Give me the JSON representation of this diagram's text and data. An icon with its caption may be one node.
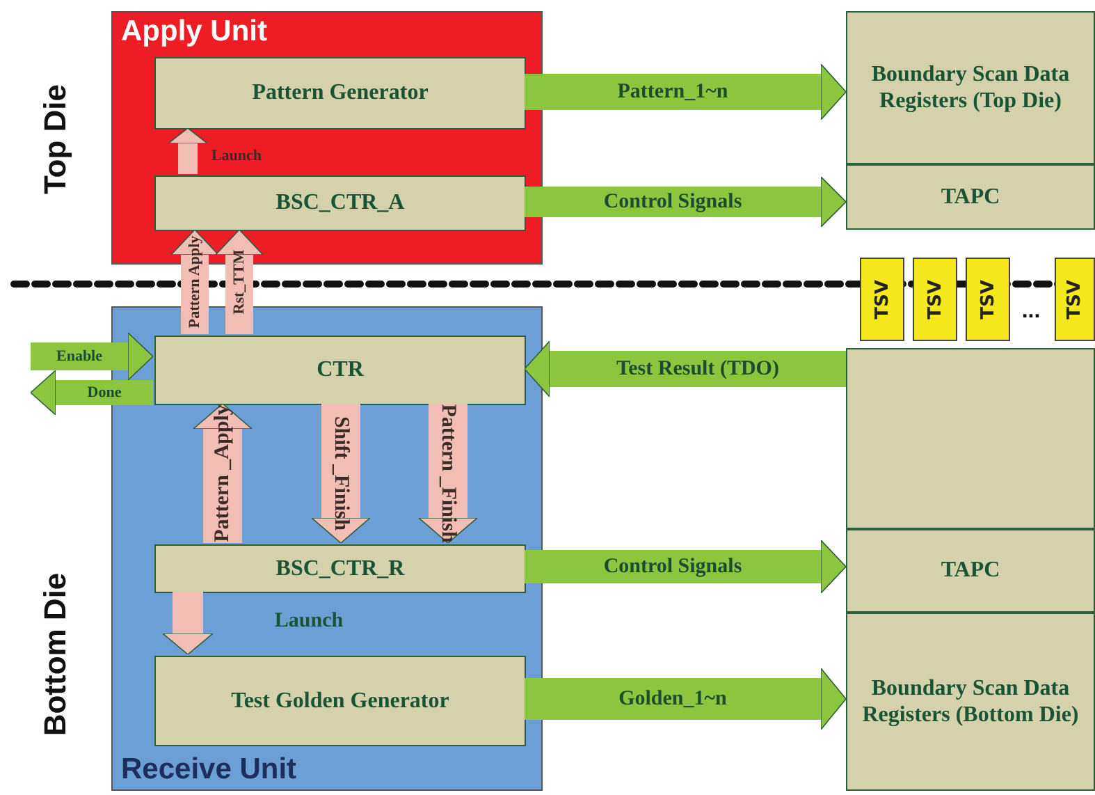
{
  "diagram": {
    "nodes": [
      {
        "text": [
          "Apply Unit"
        ]
      },
      {
        "text": [
          "Pattern Generator"
        ],
        "in": 0
      },
      {
        "text": [
          "BSC_CTR_A"
        ],
        "in": 0
      },
      {
        "text": [
          "Boundary Scan Data Registers (Top Die)"
        ]
      },
      {
        "text": [
          "TAPC"
        ]
      },
      {
        "text": [
          "TSV"
        ]
      },
      {
        "text": [
          "TSV"
        ]
      },
      {
        "text": [
          "TSV"
        ]
      },
      {
        "text": [
          "TSV"
        ]
      },
      {
        "text": [
          "Receive Unit"
        ]
      },
      {
        "text": [
          "CTR"
        ],
        "in": 9
      },
      {
        "text": [
          "BSC_CTR_R"
        ],
        "in": 9
      },
      {
        "text": [
          "Test Golden Generator"
        ],
        "in": 9
      },
      {
        "text": [],
        "shape": "box"
      },
      {
        "text": [
          "TAPC"
        ]
      },
      {
        "text": [
          "Boundary Scan Data Registers (Bottom Die)"
        ]
      }
    ],
    "edges": [
      {
        "from": 1,
        "to": 3,
        "arrow": "to",
        "label": "Pattern_1~n"
      },
      {
        "from": 2,
        "to": 4,
        "arrow": "to",
        "label": "Control Signals"
      },
      {
        "from": 2,
        "to": 1,
        "arrow": "to",
        "label": "Launch",
        "color": "#f2bdb5"
      },
      {
        "from": 10,
        "to": 2,
        "arrow": "to",
        "label": "Pattern Apply",
        "color": "#f2bdb5"
      },
      {
        "from": 10,
        "to": 2,
        "arrow": "to",
        "label": "Rst_TTM",
        "color": "#f2bdb5"
      },
      {
        "from": 13,
        "to": 10,
        "arrow": "to",
        "label": "Test Result (TDO)"
      },
      {
        "from": null,
        "to": 10,
        "arrow": "to",
        "label": "Enable"
      },
      {
        "from": 10,
        "to": null,
        "arrow": "to",
        "label": "Done"
      },
      {
        "from": 11,
        "to": 10,
        "arrow": "to",
        "label": "Pattern _Apply",
        "color": "#f2bdb5"
      },
      {
        "from": 10,
        "to": 11,
        "arrow": "to",
        "label": "Shift _Finish",
        "color": "#f2bdb5"
      },
      {
        "from": 10,
        "to": 11,
        "arrow": "to",
        "label": "Pattern _Finish",
        "color": "#f2bdb5"
      },
      {
        "from": 11,
        "to": 14,
        "arrow": "to",
        "label": "Control Signals"
      },
      {
        "from": 11,
        "to": 12,
        "arrow": "to",
        "label": "Launch",
        "color": "#f2bdb5"
      },
      {
        "from": 12,
        "to": 15,
        "arrow": "to",
        "label": "Golden_1~n"
      }
    ],
    "labels": [
      "Top Die",
      "...",
      "Bottom Die"
    ]
  }
}
